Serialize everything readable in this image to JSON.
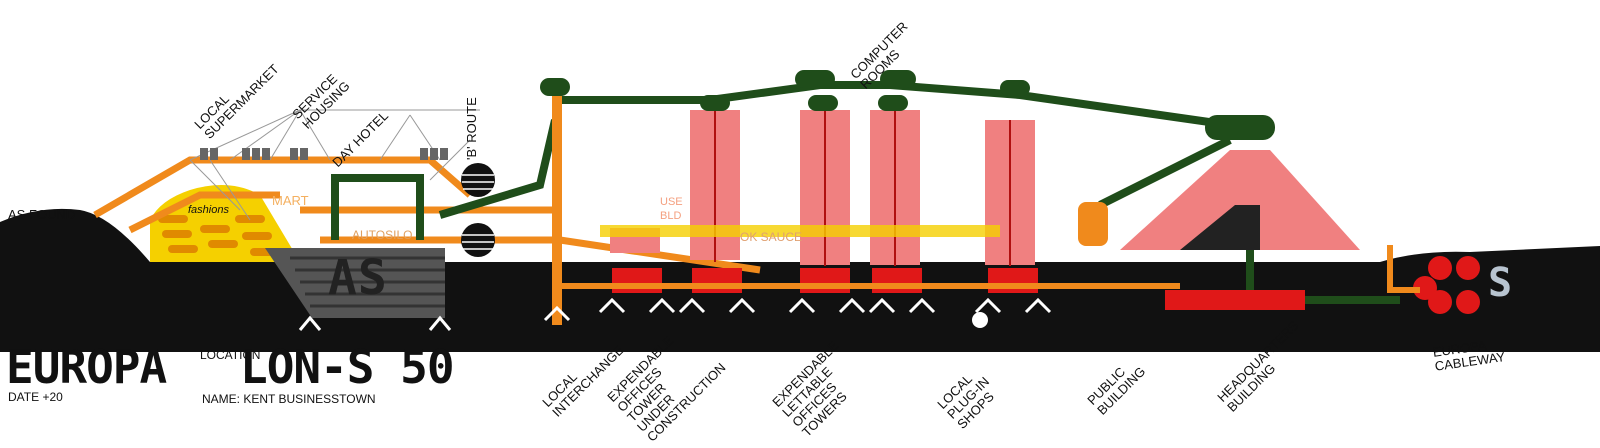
{
  "title_block": {
    "europa": "EUROPA",
    "location_word": "LOCATION",
    "code": "LON-S 50",
    "date": "DATE +20",
    "name": "NAME: KENT BUSINESSTOWN"
  },
  "top_labels": {
    "as_found": "AS FOUND",
    "local_supermarket": [
      "LOCAL",
      "SUPERMARKET"
    ],
    "service_housing": [
      "SERVICE",
      "HOUSING"
    ],
    "day_hotel": "DAY HOTEL",
    "b_route": "'B' ROUTE",
    "computer_rooms": [
      "COMPUTER",
      "ROOMS"
    ]
  },
  "in_drawing_labels": {
    "fashions": "fashions",
    "mart": "MART",
    "autosilo": "AUTOSILO",
    "as": "AS",
    "use_bld": [
      "USE",
      "BLD"
    ],
    "ok_sauce": "OK SAUCE",
    "s_badge": "S"
  },
  "bottom_labels": {
    "local_interchange": [
      "LOCAL",
      "INTERCHANGE"
    ],
    "expendable_offices_under_construction": [
      "EXPENDABLE",
      "OFFICES",
      "TOWER",
      "UNDER",
      "CONSTRUCTION"
    ],
    "expendable_lettable_offices_towers": [
      "EXPENDABLE",
      "LETTABLE",
      "OFFICES",
      "TOWERS"
    ],
    "local_plugin_shops": [
      "LOCAL",
      "PLUG-IN",
      "SHOPS"
    ],
    "public_building": [
      "PUBLIC",
      "BUILDING"
    ],
    "headquarters_building": [
      "HEADQUARTERS",
      "BUILDING"
    ],
    "europa_cableway": [
      "EUROPA",
      "CABLEWAY"
    ]
  },
  "colors": {
    "ground": "#111111",
    "orange": "#f08a1c",
    "dark_green": "#1f4d1a",
    "red": "#e01818",
    "brick": "#f08080",
    "yellow": "#f5d000",
    "grey": "#555555",
    "cyan": "#3ab0e8"
  }
}
